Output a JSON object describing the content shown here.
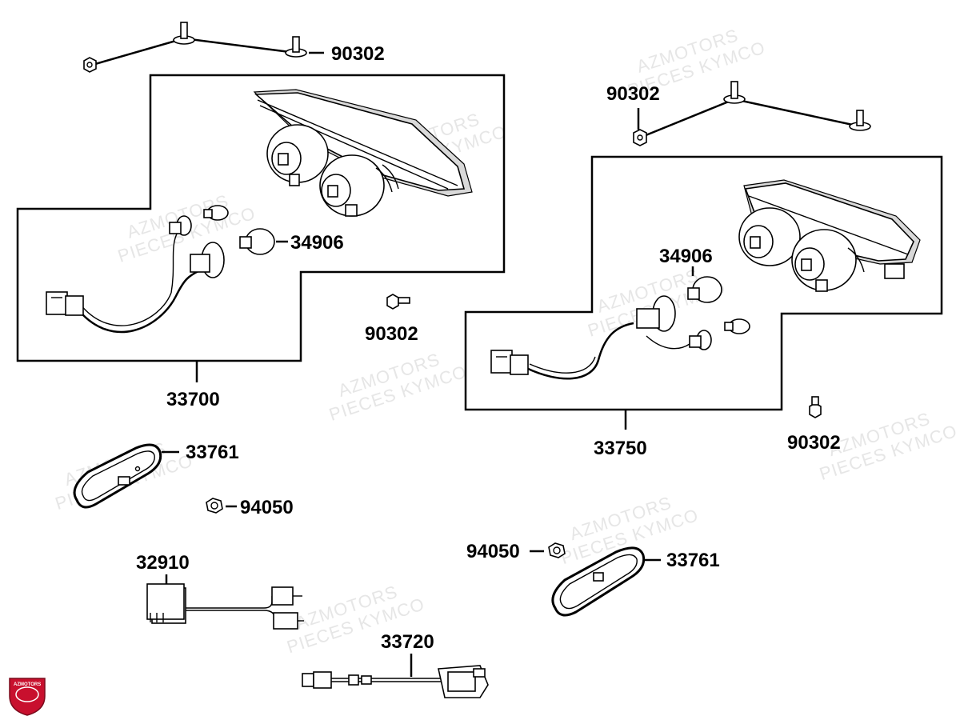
{
  "watermark": {
    "line1": "AZMOTORS",
    "line2": "PIECES KYMCO"
  },
  "logo": {
    "text": "AZMOTORS",
    "color": "#c8102e"
  },
  "callouts": [
    {
      "id": "90302"
    },
    {
      "id": "90302"
    },
    {
      "id": "90302"
    },
    {
      "id": "90302"
    },
    {
      "id": "34906"
    },
    {
      "id": "34906"
    },
    {
      "id": "33700"
    },
    {
      "id": "33750"
    },
    {
      "id": "33761"
    },
    {
      "id": "33761"
    },
    {
      "id": "94050"
    },
    {
      "id": "94050"
    },
    {
      "id": "32910"
    },
    {
      "id": "33720"
    }
  ]
}
